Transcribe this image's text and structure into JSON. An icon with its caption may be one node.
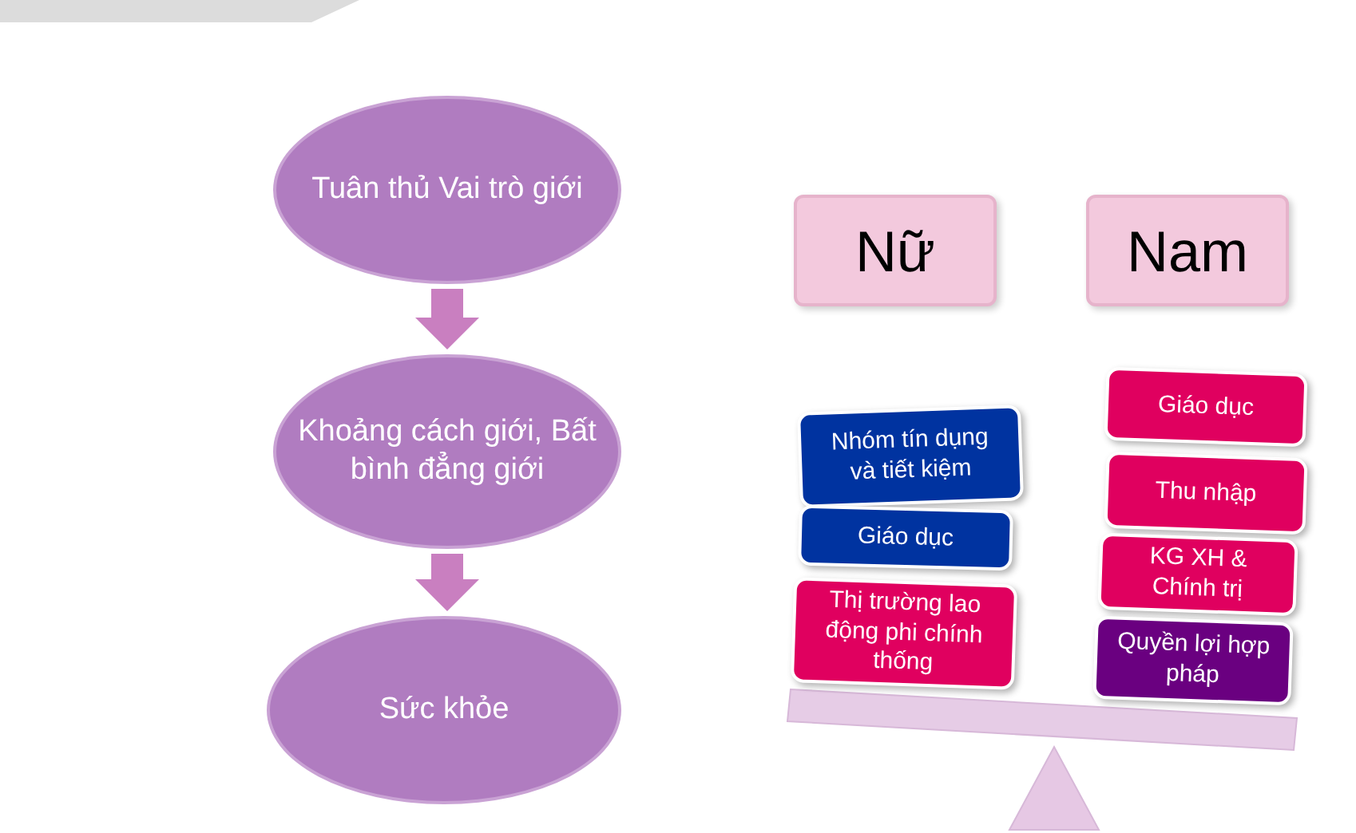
{
  "diagram": {
    "nodes": [
      {
        "text": [
          "Tuân thủ Vai trò giới"
        ]
      },
      {
        "text": [
          "Khoảng cách giới, Bất bình đẳng giới"
        ]
      },
      {
        "text": [
          "Sức khỏe"
        ]
      },
      {
        "text": [
          "Nữ"
        ]
      },
      {
        "text": [
          "Nam"
        ]
      },
      {
        "text": [
          "Nhóm tín dụng và tiết kiệm"
        ]
      },
      {
        "text": [
          "Giáo dục"
        ]
      },
      {
        "text": [
          "Thị trường lao động phi chính thống"
        ]
      },
      {
        "text": [
          "Giáo dục"
        ]
      },
      {
        "text": [
          "Thu nhập"
        ]
      },
      {
        "text": [
          "KG XH & Chính trị"
        ]
      },
      {
        "text": [
          "Quyền lợi hợp pháp"
        ]
      }
    ],
    "edges": [
      {
        "from": 0,
        "to": 1,
        "arrow": "to"
      },
      {
        "from": 1,
        "to": 2,
        "arrow": "to"
      }
    ]
  }
}
